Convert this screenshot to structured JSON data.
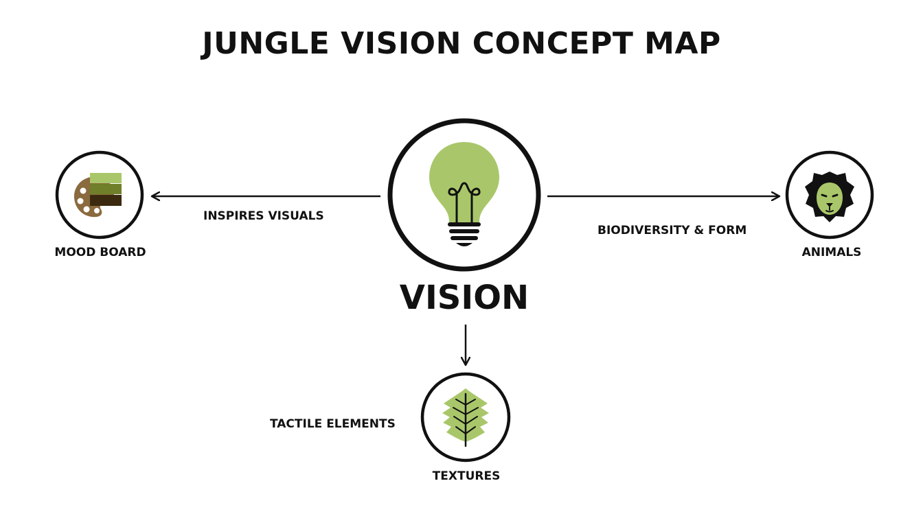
{
  "title": "JUNGLE VISION CONCEPT MAP",
  "colors": {
    "accent_green": "#a9c76a",
    "dark_brown": "#3b2a10",
    "olive": "#6f7f2a",
    "palette_brown": "#8a6a3e",
    "ink": "#111111"
  },
  "center_node": {
    "label": "VISION",
    "icon": "lightbulb-icon"
  },
  "nodes": [
    {
      "id": "mood-board",
      "label": "MOOD BOARD",
      "icon": "palette-icon"
    },
    {
      "id": "animals",
      "label": "ANIMALS",
      "icon": "lion-icon"
    },
    {
      "id": "textures",
      "label": "TEXTURES",
      "icon": "leaf-icon"
    }
  ],
  "edges": [
    {
      "from": "VISION",
      "to": "MOOD BOARD",
      "label": "INSPIRES VISUALS"
    },
    {
      "from": "VISION",
      "to": "ANIMALS",
      "label": "BIODIVERSITY & FORM"
    },
    {
      "from": "VISION",
      "to": "TEXTURES",
      "label": "TACTILE ELEMENTS"
    }
  ]
}
